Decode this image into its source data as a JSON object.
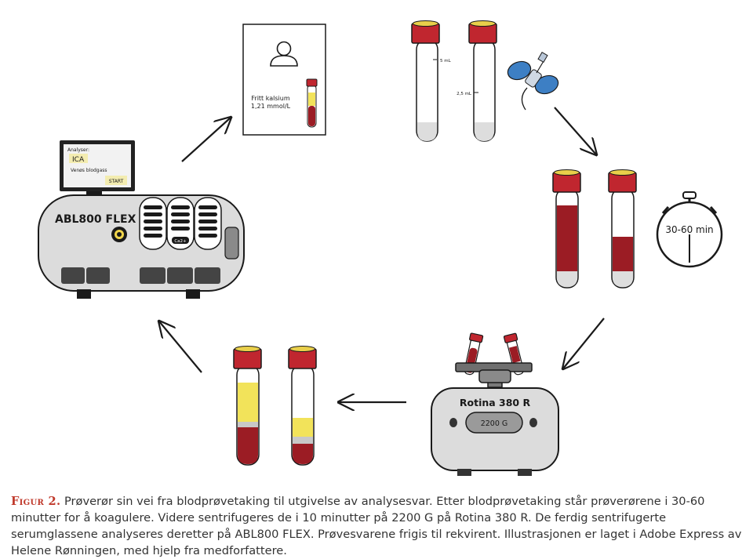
{
  "colors": {
    "blood": "#9b1c24",
    "cap": "#c0262f",
    "serum": "#f2e35a",
    "machine": "#dcdcdc",
    "outline": "#1a1a1a",
    "label_accent": "#c0392b"
  },
  "report": {
    "result_name": "Fritt kalsium",
    "result_value": "1,21 mmol/L",
    "icon": "person-icon"
  },
  "tubes": {
    "mark_5ml": "5 mL",
    "mark_2_5ml": "2,5 mL"
  },
  "timer": {
    "label": "30-60 min",
    "icon": "stopwatch-icon"
  },
  "centrifuge": {
    "name": "Rotina 380 R",
    "display": "2200 G"
  },
  "analyzer": {
    "name": "ABL800 FLEX",
    "screen_title": "Analyser:",
    "screen_item_1": "ICA",
    "screen_item_2": "Venøs blodgass",
    "start_label": "START",
    "rack_label": "Ca2+"
  },
  "caption": {
    "label": "Figur 2.",
    "text": " Prøverør sin vei fra blodprøvetaking til utgivelse av analysesvar. Etter blodprøvetaking står prøverørene i 30-60 minutter for å koagulere. Videre sentrifugeres de i 10 minutter på 2200 G på Rotina 380 R. De ferdig sentrifugerte serumglassene analyseres deretter på ABL800 FLEX. Prøvesvarene frigis til rekvirent. Illustrasjonen er laget i Adobe Express av Helene Rønningen, med hjelp fra medforfattere."
  }
}
